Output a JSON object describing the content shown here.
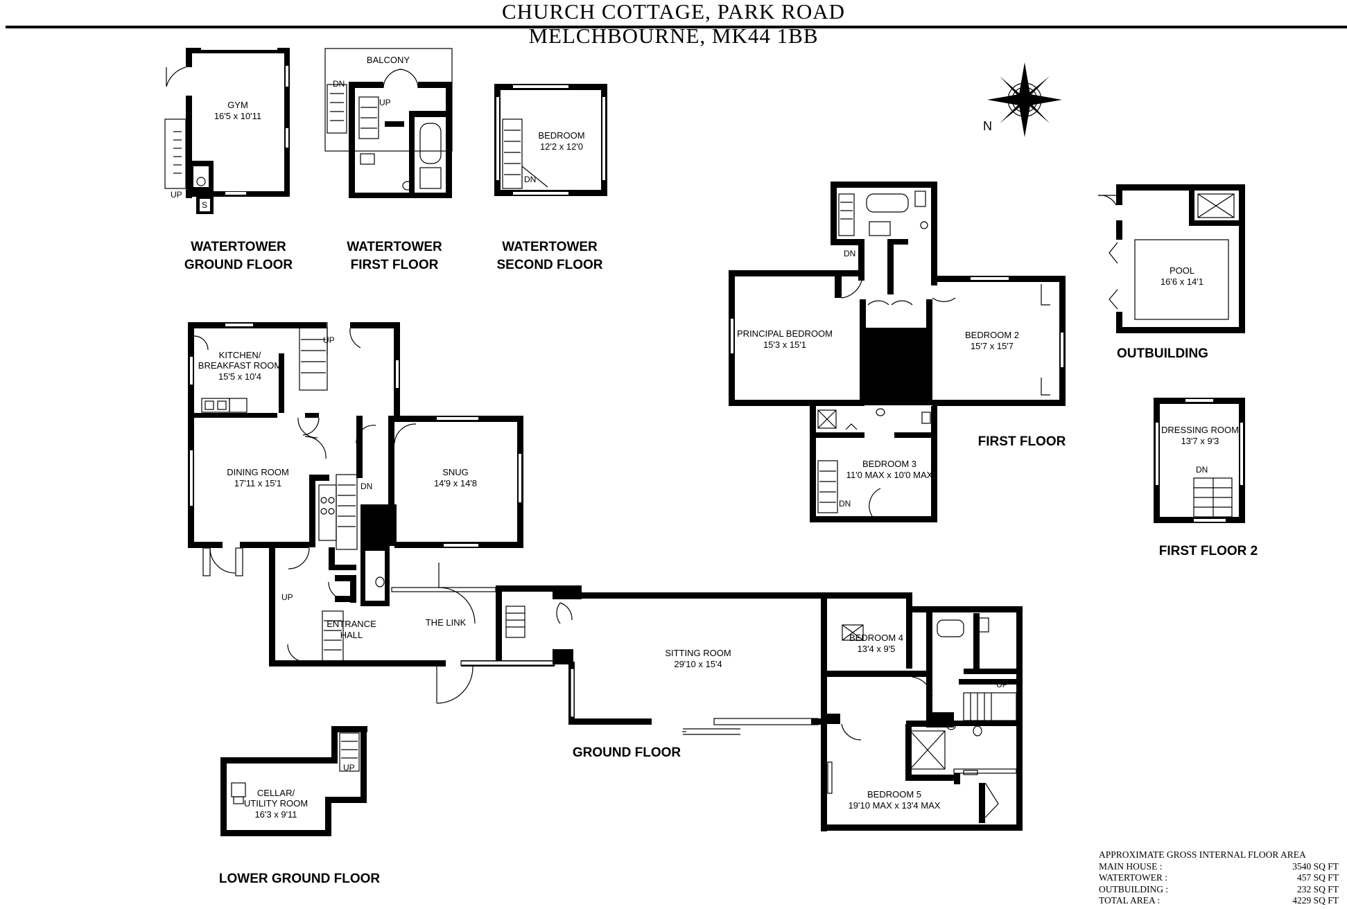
{
  "header": {
    "line1": "CHURCH COTTAGE, PARK ROAD",
    "line2": "MELCHBOURNE, MK44 1BB"
  },
  "compass": {
    "label": "N"
  },
  "floors": {
    "watertower_ground": {
      "line1": "WATERTOWER",
      "line2": "GROUND FLOOR"
    },
    "watertower_first": {
      "line1": "WATERTOWER",
      "line2": "FIRST FLOOR"
    },
    "watertower_second": {
      "line1": "WATERTOWER",
      "line2": "SECOND FLOOR"
    },
    "outbuilding": "OUTBUILDING",
    "first_floor": "FIRST FLOOR",
    "first_floor_2": "FIRST FLOOR 2",
    "ground_floor": "GROUND FLOOR",
    "lower_ground_floor": "LOWER GROUND FLOOR"
  },
  "rooms": {
    "gym": {
      "name": "GYM",
      "size": "16'5 x 10'11"
    },
    "balcony": {
      "name": "BALCONY"
    },
    "wt_bedroom": {
      "name": "BEDROOM",
      "size": "12'2 x 12'0"
    },
    "pool": {
      "name": "POOL",
      "size": "16'6 x 14'1"
    },
    "principal_bedroom": {
      "name": "PRINCIPAL BEDROOM",
      "size": "15'3 x 15'1"
    },
    "bedroom2": {
      "name": "BEDROOM 2",
      "size": "15'7 x 15'7"
    },
    "bedroom3": {
      "name": "BEDROOM 3",
      "size": "11'0 MAX x 10'0 MAX"
    },
    "dressing_room": {
      "name": "DRESSING ROOM",
      "size": "13'7 x 9'3"
    },
    "kitchen": {
      "line1": "KITCHEN/",
      "line2": "BREAKFAST ROOM",
      "size": "15'5 x 10'4"
    },
    "dining_room": {
      "name": "DINING ROOM",
      "size": "17'11 x 15'1"
    },
    "snug": {
      "name": "SNUG",
      "size": "14'9 x 14'8"
    },
    "entrance_hall": {
      "line1": "ENTRANCE",
      "line2": "HALL"
    },
    "the_link": {
      "name": "THE LINK"
    },
    "sitting_room": {
      "name": "SITTING ROOM",
      "size": "29'10 x 15'4"
    },
    "bedroom4": {
      "name": "BEDROOM 4",
      "size": "13'4 x 9'5"
    },
    "bedroom5": {
      "name": "BEDROOM 5",
      "size": "19'10 MAX x 13'4 MAX"
    },
    "cellar": {
      "line1": "CELLAR/",
      "line2": "UTILITY ROOM",
      "size": "16'3 x 9'11"
    }
  },
  "stair_labels": {
    "up": "UP",
    "dn": "DN",
    "s": "S"
  },
  "area_summary": {
    "title": "APPROXIMATE GROSS INTERNAL FLOOR AREA",
    "rows": [
      {
        "label": "MAIN HOUSE :",
        "value": "3540 SQ FT"
      },
      {
        "label": "WATERTOWER :",
        "value": "457 SQ FT"
      },
      {
        "label": "OUTBUILDING :",
        "value": "232 SQ FT"
      },
      {
        "label": "TOTAL AREA :",
        "value": "4229 SQ FT"
      }
    ]
  }
}
